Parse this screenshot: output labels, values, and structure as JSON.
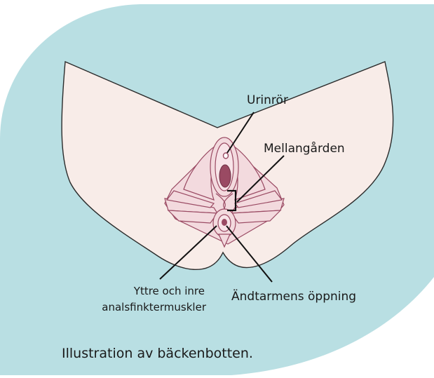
{
  "colors": {
    "background_blob": "#b9dfe3",
    "skin": "#f8ece8",
    "outline": "#2b2b2b",
    "tissue_stroke": "#9a4a63",
    "tissue_fill": "#f3dade",
    "opening_fill": "#9a4a63"
  },
  "labels": {
    "urethra": "Urinrör",
    "perineum": "Mellangården",
    "sphincter_line1": "Yttre och inre",
    "sphincter_line2": "analsfinktermuskler",
    "anus": "Ändtarmens öppning"
  },
  "caption": "Illustration av bäckenbotten."
}
